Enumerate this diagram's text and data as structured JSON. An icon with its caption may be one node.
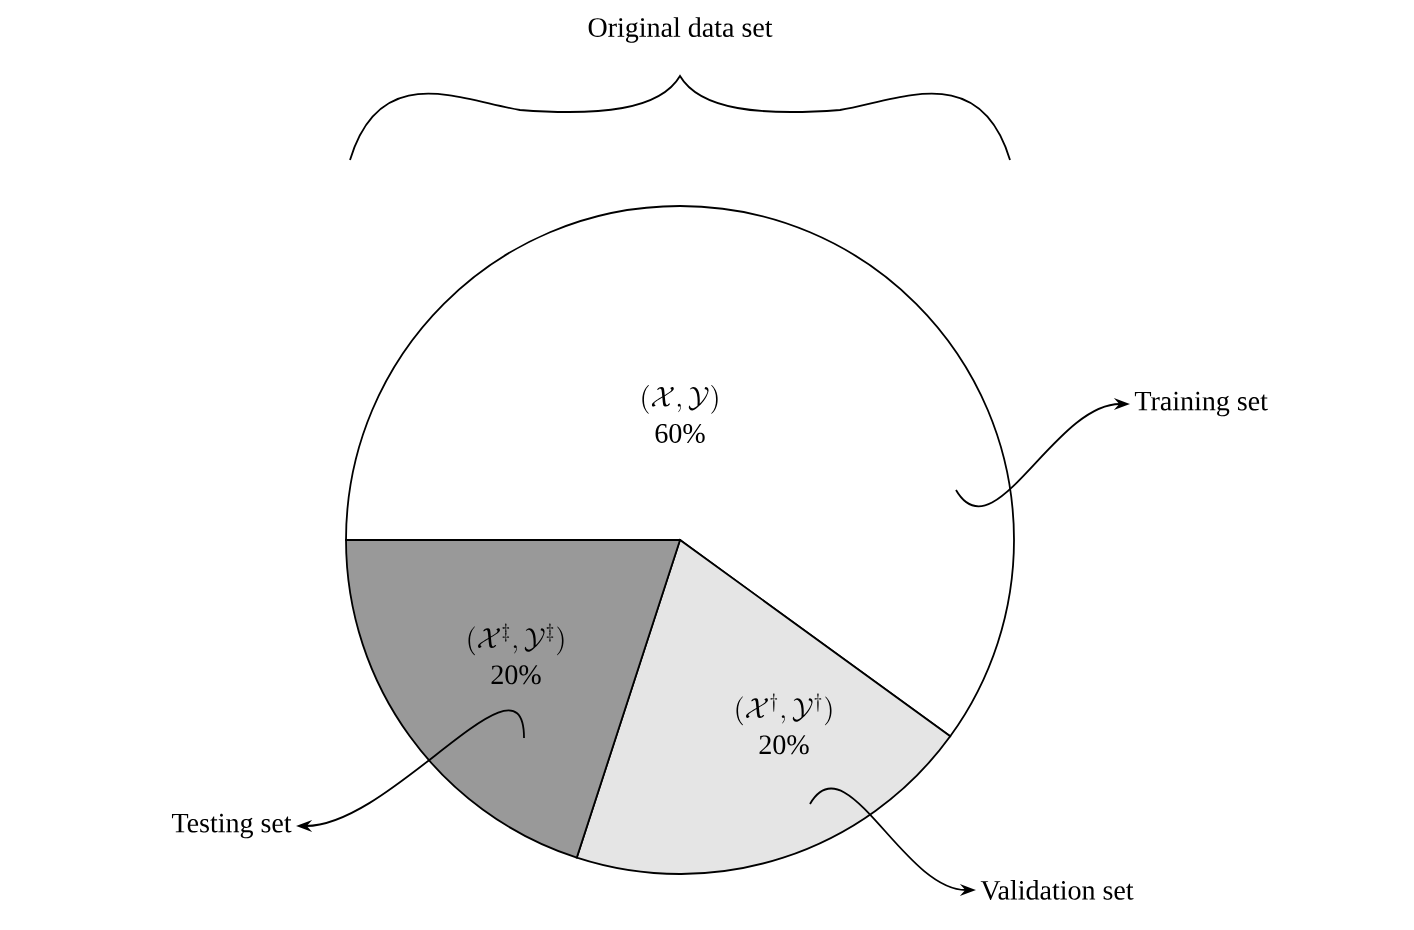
{
  "diagram": {
    "nodes": [
      {
        "text": [
          "(\\mathcal{X},\\mathcal{Y})",
          "60%"
        ]
      },
      {
        "text": [
          "(\\mathcal{X}^{\\dagger},\\mathcal{Y}^{\\dagger})",
          "20%"
        ]
      },
      {
        "text": [
          "(\\mathcal{X}^{\\ddagger},\\mathcal{Y}^{\\ddagger})",
          "20%"
        ]
      },
      {
        "text": [
          "Training set"
        ]
      },
      {
        "text": [
          "Validation set"
        ]
      },
      {
        "text": [
          "Testing set"
        ]
      }
    ],
    "edges": [
      {
        "from": 0,
        "to": 3,
        "arrow": "to"
      },
      {
        "from": 1,
        "to": 4,
        "arrow": "to"
      },
      {
        "from": 2,
        "to": 5,
        "arrow": "to"
      }
    ],
    "labels": [
      "Original data set"
    ]
  }
}
